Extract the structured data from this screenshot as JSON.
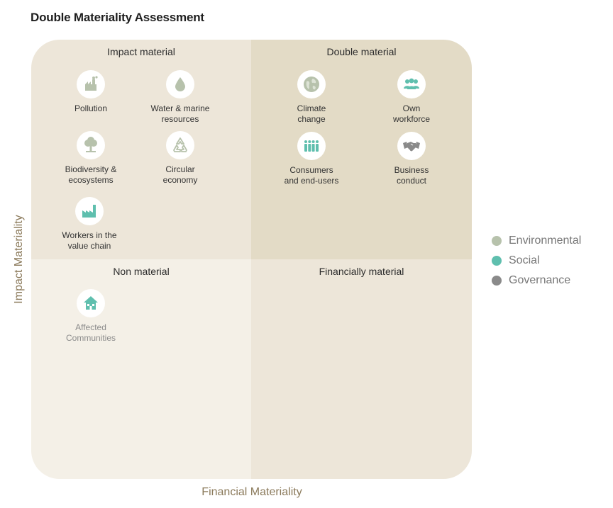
{
  "title": "Double Materiality Assessment",
  "axes": {
    "y_label": "Impact Materiality",
    "x_label": "Financial Materiality"
  },
  "colors": {
    "environmental": "#b7c2ac",
    "social": "#5fbfae",
    "governance": "#8a8a8a"
  },
  "quadrants": {
    "impact_material": {
      "title": "Impact material",
      "items": [
        {
          "label": "Pollution",
          "icon": "factory-pollution-icon",
          "category": "environmental"
        },
        {
          "label": "Water & marine\nresources",
          "icon": "water-drop-icon",
          "category": "environmental"
        },
        {
          "label": "Biodiversity &\necosystems",
          "icon": "tree-icon",
          "category": "environmental"
        },
        {
          "label": "Circular\neconomy",
          "icon": "recycle-icon",
          "category": "environmental"
        },
        {
          "label": "Workers in the\nvalue chain",
          "icon": "factory-icon",
          "category": "social"
        }
      ]
    },
    "double_material": {
      "title": "Double material",
      "items": [
        {
          "label": "Climate\nchange",
          "icon": "globe-icon",
          "category": "environmental"
        },
        {
          "label": "Own\nworkforce",
          "icon": "people-group-icon",
          "category": "social"
        },
        {
          "label": "Consumers\nand end-users",
          "icon": "people-row-icon",
          "category": "social"
        },
        {
          "label": "Business\nconduct",
          "icon": "handshake-icon",
          "category": "governance"
        }
      ]
    },
    "non_material": {
      "title": "Non material",
      "items": [
        {
          "label": "Affected\nCommunities",
          "icon": "house-icon",
          "category": "social"
        }
      ]
    },
    "financially_material": {
      "title": "Financially material",
      "items": []
    }
  },
  "legend": [
    {
      "label": "Environmental",
      "color": "#b7c2ac"
    },
    {
      "label": "Social",
      "color": "#5fbfae"
    },
    {
      "label": "Governance",
      "color": "#8a8a8a"
    }
  ]
}
